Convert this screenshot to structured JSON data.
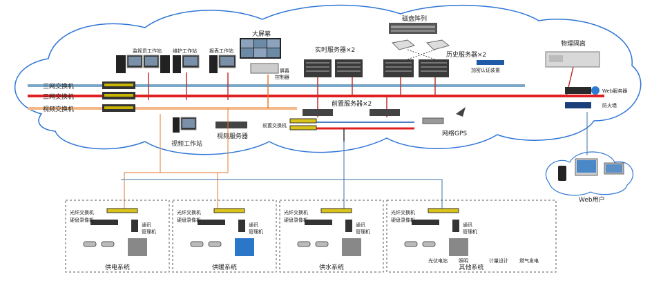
{
  "cloud": {
    "switches": [
      "三网交换机",
      "三网交换机",
      "视频交换机"
    ],
    "workstations": [
      "监视员工作站",
      "维护工作站",
      "报表工作站"
    ],
    "big_screen": "大屏幕",
    "screen_controller": "屏幕\n控制器",
    "realtime_servers": "实时服务器×2",
    "disk_array": "磁盘阵列",
    "history_servers": "历史服务器×2",
    "encrypt_device": "加密认证装置",
    "isolation": "物理隔离",
    "web_server": "Web服务器",
    "firewall": "防火墙",
    "front_servers": "前置服务器×2",
    "front_switch": "前置交换机",
    "gps": "网络GPS",
    "video_workstation": "视频工作站",
    "video_server": "视频服务器"
  },
  "web_users_label": "Web用户",
  "subsystems": [
    {
      "lines": [
        "光纤交换机",
        "硬盘录像机"
      ],
      "unit": "通讯\n管理机",
      "name": "供电系统"
    },
    {
      "lines": [
        "光纤交换机",
        "硬盘录像机"
      ],
      "unit": "通讯\n管理机",
      "name": "供暖系统"
    },
    {
      "lines": [
        "光纤交换机",
        "硬盘录像机"
      ],
      "unit": "通讯\n管理机",
      "name": "供水系统"
    },
    {
      "lines": [
        "光纤交换机",
        "硬盘录像机"
      ],
      "unit": "通讯\n管理机",
      "name": "其他系统",
      "extras": [
        "光伏电站",
        "照明",
        "计量设计",
        "燃气发电"
      ]
    }
  ]
}
